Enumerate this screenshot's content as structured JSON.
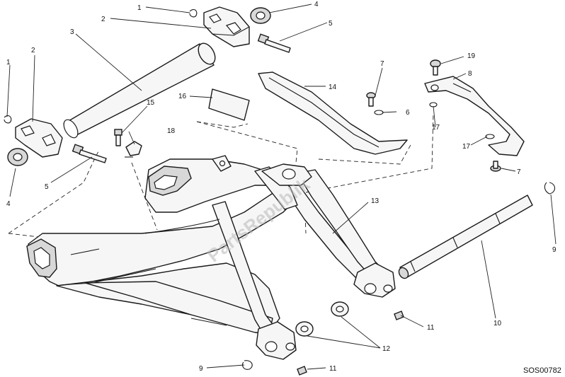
{
  "callouts": {
    "c1a": "1",
    "c1b": "1",
    "c2a": "2",
    "c2b": "2",
    "c3": "3",
    "c4a": "4",
    "c4b": "4",
    "c5a": "5",
    "c5b": "5",
    "c6": "6",
    "c7a": "7",
    "c7b": "7",
    "c8": "8",
    "c9a": "9",
    "c9b": "9",
    "c10": "10",
    "c11a": "11",
    "c11b": "11",
    "c12": "12",
    "c13": "13",
    "c14": "14",
    "c15": "15",
    "c16": "16",
    "c17a": "17",
    "c17b": "17",
    "c18": "18",
    "c19": "19"
  },
  "diagram_code": "SOS00782",
  "watermark": "PartsRepublik"
}
